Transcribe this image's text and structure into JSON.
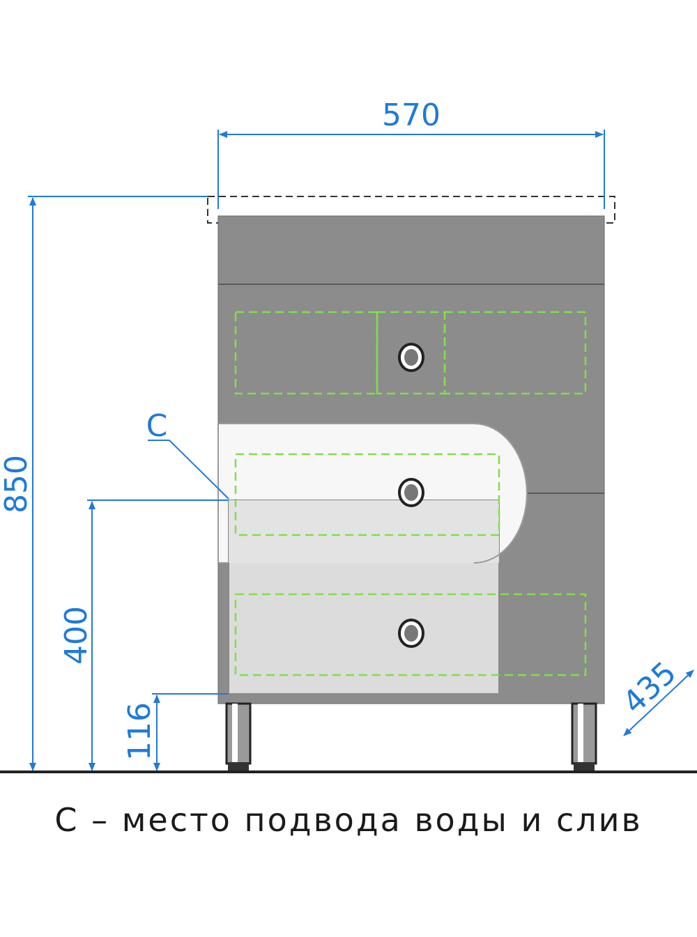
{
  "dimensions": {
    "width": "570",
    "total_height": "850",
    "inlet_height": "400",
    "leg_height": "116",
    "depth": "435"
  },
  "callout": {
    "label": "C"
  },
  "caption": "C – место подвода воды и слив",
  "colors": {
    "dimension": "#1f7ad8",
    "cabinet": "#8c8c8c",
    "cabinet_light": "#dcdcdc",
    "hidden_line": "#7fe04a",
    "outline": "#333333"
  }
}
